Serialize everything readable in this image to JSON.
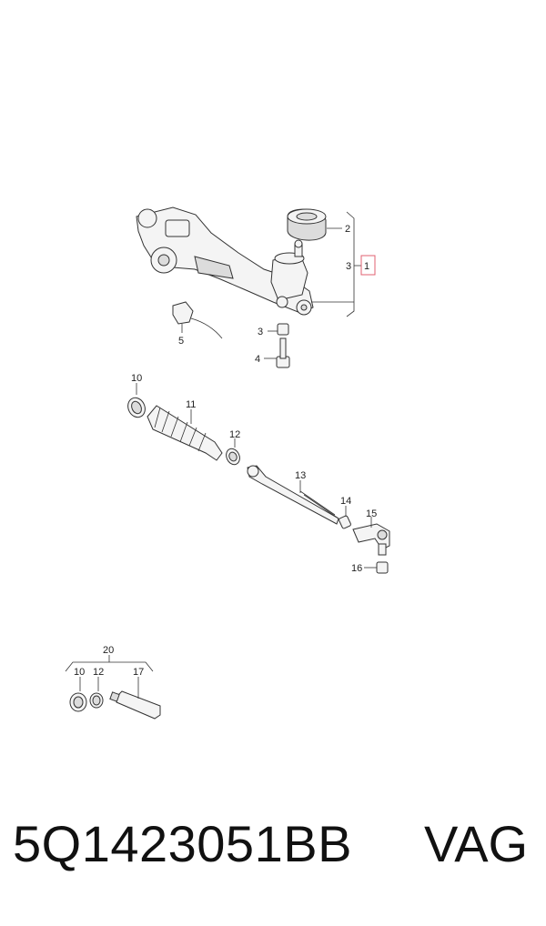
{
  "callouts": {
    "c1": "1",
    "c2": "2",
    "c3a": "3",
    "c3b": "3",
    "c4": "4",
    "c5": "5",
    "c10a": "10",
    "c11": "11",
    "c12a": "12",
    "c13": "13",
    "c14": "14",
    "c15": "15",
    "c16": "16",
    "c20": "20",
    "c10b": "10",
    "c12b": "12",
    "c17": "17"
  },
  "highlight_color": "#e06070",
  "caption": {
    "part_number": "5Q1423051BB",
    "brand": "VAG"
  }
}
